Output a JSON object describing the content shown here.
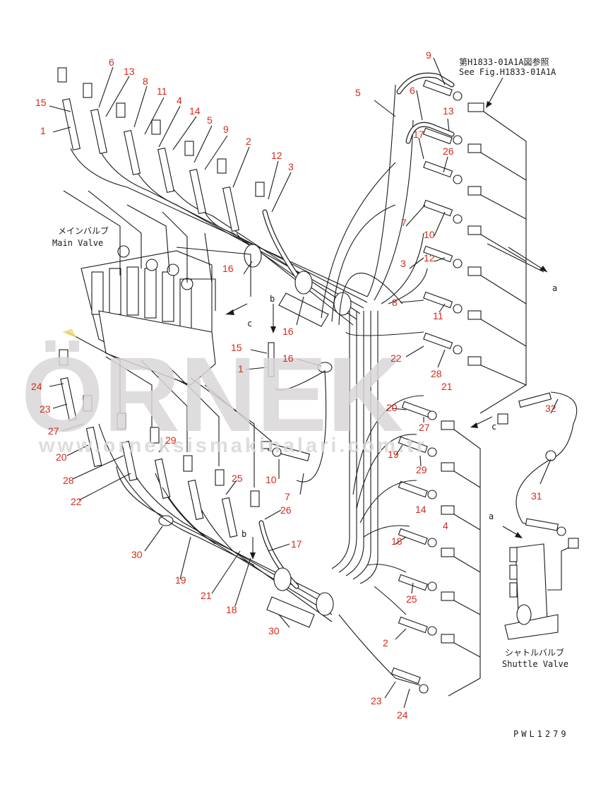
{
  "notes": {
    "see_fig_jp": "第H1833-01A1A図参照",
    "see_fig_en": "See Fig.H1833-01A1A",
    "main_valve_jp": "メインバルブ",
    "main_valve_en": "Main Valve",
    "shuttle_valve_jp": "シャトルバルブ",
    "shuttle_valve_en": "Shuttle Valve",
    "drawing_code": "PWL1279"
  },
  "markers": {
    "a": "a",
    "b": "b",
    "c": "c"
  },
  "watermark": {
    "brand": "ÖRNEK",
    "url": "www.orneksismakinalari.com.tr",
    "color": "#d9d6d8"
  },
  "callout_color": "#d42a1c",
  "callouts": [
    {
      "id": "c1",
      "text": "15"
    },
    {
      "id": "c2",
      "text": "1"
    },
    {
      "id": "c3",
      "text": "6"
    },
    {
      "id": "c4",
      "text": "13"
    },
    {
      "id": "c5",
      "text": "8"
    },
    {
      "id": "c6",
      "text": "11"
    },
    {
      "id": "c7",
      "text": "4"
    },
    {
      "id": "c8",
      "text": "14"
    },
    {
      "id": "c9",
      "text": "5"
    },
    {
      "id": "c10",
      "text": "9"
    },
    {
      "id": "c11",
      "text": "2"
    },
    {
      "id": "c12",
      "text": "12"
    },
    {
      "id": "c13",
      "text": "3"
    },
    {
      "id": "c14",
      "text": "16"
    },
    {
      "id": "c15",
      "text": "16"
    },
    {
      "id": "c16",
      "text": "16"
    },
    {
      "id": "c17",
      "text": "15"
    },
    {
      "id": "c18",
      "text": "1"
    },
    {
      "id": "c19",
      "text": "5"
    },
    {
      "id": "c20",
      "text": "9"
    },
    {
      "id": "c21",
      "text": "6"
    },
    {
      "id": "c22",
      "text": "13"
    },
    {
      "id": "c23",
      "text": "17"
    },
    {
      "id": "c24",
      "text": "26"
    },
    {
      "id": "c25",
      "text": "7"
    },
    {
      "id": "c26",
      "text": "10"
    },
    {
      "id": "c27",
      "text": "3"
    },
    {
      "id": "c28",
      "text": "12"
    },
    {
      "id": "c29",
      "text": "8"
    },
    {
      "id": "c30",
      "text": "11"
    },
    {
      "id": "c31",
      "text": "22"
    },
    {
      "id": "c32",
      "text": "28"
    },
    {
      "id": "c33",
      "text": "21"
    },
    {
      "id": "c34",
      "text": "20"
    },
    {
      "id": "c35",
      "text": "27"
    },
    {
      "id": "c36",
      "text": "19"
    },
    {
      "id": "c37",
      "text": "29"
    },
    {
      "id": "c38",
      "text": "14"
    },
    {
      "id": "c39",
      "text": "4"
    },
    {
      "id": "c40",
      "text": "18"
    },
    {
      "id": "c41",
      "text": "25"
    },
    {
      "id": "c42",
      "text": "2"
    },
    {
      "id": "c43",
      "text": "23"
    },
    {
      "id": "c44",
      "text": "24"
    },
    {
      "id": "c45",
      "text": "24"
    },
    {
      "id": "c46",
      "text": "23"
    },
    {
      "id": "c47",
      "text": "27"
    },
    {
      "id": "c48",
      "text": "20"
    },
    {
      "id": "c49",
      "text": "28"
    },
    {
      "id": "c50",
      "text": "22"
    },
    {
      "id": "c51",
      "text": "29"
    },
    {
      "id": "c52",
      "text": "25"
    },
    {
      "id": "c53",
      "text": "10"
    },
    {
      "id": "c54",
      "text": "7"
    },
    {
      "id": "c55",
      "text": "26"
    },
    {
      "id": "c56",
      "text": "17"
    },
    {
      "id": "c57",
      "text": "30"
    },
    {
      "id": "c58",
      "text": "19"
    },
    {
      "id": "c59",
      "text": "21"
    },
    {
      "id": "c60",
      "text": "18"
    },
    {
      "id": "c61",
      "text": "30"
    },
    {
      "id": "c62",
      "text": "32"
    },
    {
      "id": "c63",
      "text": "31"
    }
  ]
}
